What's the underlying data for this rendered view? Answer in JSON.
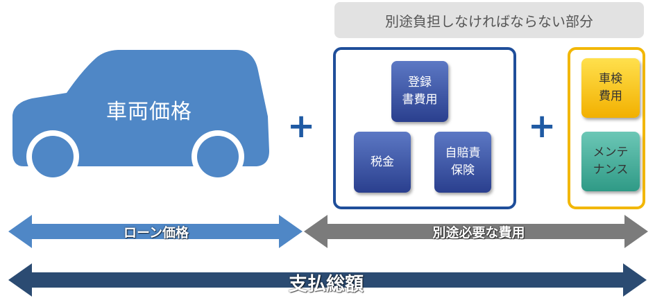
{
  "header": {
    "title": "別途負担しなければならない部分"
  },
  "car": {
    "label": "車両価格"
  },
  "plus_1": "+",
  "plus_2": "+",
  "tiles": {
    "registration": "登録\n書費用",
    "tax": "税金",
    "insurance": "自賠責\n保険",
    "inspection": "車検\n費用",
    "maintenance": "メンテ\nナンス"
  },
  "arrows": {
    "loan": "ローン価格",
    "extra": "別途必要な費用",
    "total": "支払総額"
  },
  "colors": {
    "car": "#4f87c6",
    "loan_arrow": "#4f87c6",
    "extra_arrow": "#7b7b7b",
    "total_arrow": "#2b4b72",
    "blue_border": "#1f4e9a",
    "yellow_border": "#f2b705"
  }
}
